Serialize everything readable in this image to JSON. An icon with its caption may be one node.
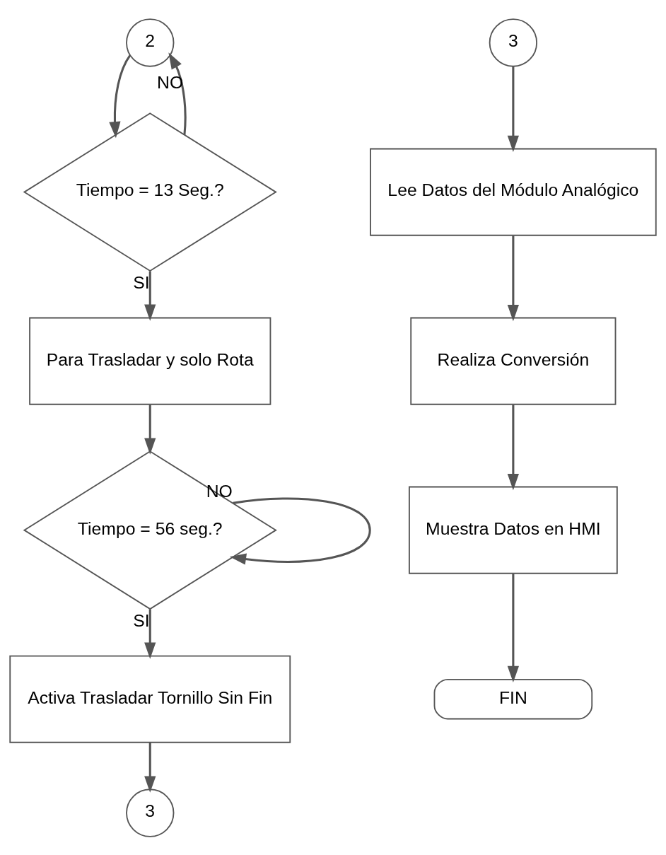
{
  "diagram": {
    "nodes": [
      {
        "text": [
          "2"
        ]
      },
      {
        "text": [
          "Tiempo = 13 Seg.?"
        ]
      },
      {
        "text": [
          "Para Trasladar y solo Rota"
        ]
      },
      {
        "text": [
          "Tiempo = 56 seg.?"
        ]
      },
      {
        "text": [
          "Activa Trasladar Tornillo Sin Fin"
        ]
      },
      {
        "text": [
          "3"
        ]
      },
      {
        "text": [
          "3"
        ]
      },
      {
        "text": [
          "Lee Datos del Módulo Analógico"
        ]
      },
      {
        "text": [
          "Realiza Conversión"
        ]
      },
      {
        "text": [
          "Muestra Datos en HMI"
        ]
      },
      {
        "text": [
          "FIN"
        ]
      }
    ],
    "edges": [
      {
        "from": 0,
        "to": 1,
        "arrow": "to"
      },
      {
        "from": 1,
        "to": 0,
        "arrow": "to",
        "label": "NO"
      },
      {
        "from": 1,
        "to": 2,
        "arrow": "to",
        "label": "SI"
      },
      {
        "from": 2,
        "to": 3,
        "arrow": "to"
      },
      {
        "from": 3,
        "to": 3,
        "arrow": "to",
        "label": "NO"
      },
      {
        "from": 3,
        "to": 4,
        "arrow": "to",
        "label": "SI"
      },
      {
        "from": 4,
        "to": 5,
        "arrow": "to"
      },
      {
        "from": 6,
        "to": 7,
        "arrow": "to"
      },
      {
        "from": 7,
        "to": 8,
        "arrow": "to"
      },
      {
        "from": 8,
        "to": 9,
        "arrow": "to"
      },
      {
        "from": 9,
        "to": 10,
        "arrow": "to"
      }
    ]
  }
}
